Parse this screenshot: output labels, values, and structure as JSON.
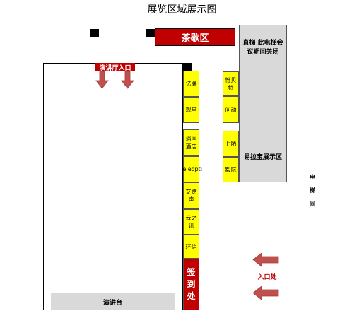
{
  "title": "展览区域展示图",
  "tea_area": "茶歇区",
  "elevator_note": "直梯 此电梯会议期间关闭",
  "lecture_hall_entrance": "演讲厅入口",
  "podium": "演讲台",
  "checkin": "签到处",
  "booths_left": [
    "亿联",
    "观星",
    "消国酒店",
    "Teleopti",
    "艾德声",
    "云之讯",
    "环信"
  ],
  "booths_right": [
    "惟贝特",
    "问动",
    "七陌",
    "毅航"
  ],
  "easy_pull_area": "易拉宝展示区",
  "elevator_hall": "电梯间",
  "entrance": "入口处",
  "colors": {
    "red": "#c00000",
    "yellow": "#ffff00",
    "grey": "#d9d9d9",
    "arrow": "#c0504d"
  }
}
